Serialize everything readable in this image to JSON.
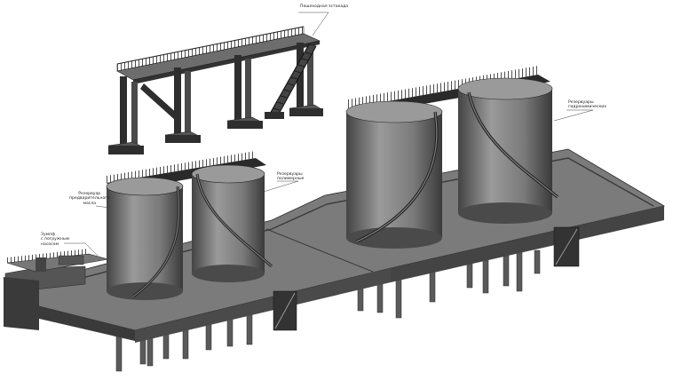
{
  "diagram": {
    "subject": "Oil storage tank farm",
    "colors": {
      "background": "#ffffff",
      "slab_top": "#7b7b7b",
      "slab_side": "#3f3f3f",
      "tank_light": "#8e8e8e",
      "tank_dark": "#3a3a3a",
      "steel": "#2b2b2b",
      "rail": "#222222"
    },
    "callouts": {
      "trestle": "Пешеходная эстакада",
      "tanks_left_top": "Резервуары",
      "tanks_left_bottom": "полимерные",
      "tank_pre_line1": "Резервуар",
      "tank_pre_line2": "предварительного",
      "tank_pre_line3": "масла",
      "pit_line1": "Зумпф",
      "pit_line2": "с погружным",
      "pit_line3": "насосом",
      "tanks_right_top": "Резервуары",
      "tanks_right_bottom": "гидрохимических"
    }
  }
}
